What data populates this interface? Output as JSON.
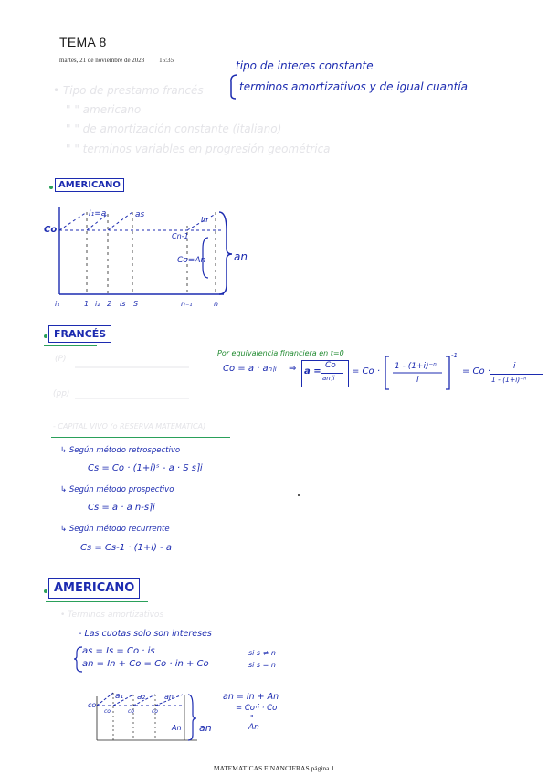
{
  "header": {
    "title": "TEMA 8",
    "date": "martes, 21 de noviembre de 2023",
    "time": "15:35"
  },
  "intro": {
    "hand_line1": "tipo de interes constante",
    "hand_line2": "terminos amortizativos y de igual cuantía",
    "faded_lines": [
      "• Tipo de prestamo francés",
      "\"        \"        americano",
      "\"        \"        de amortización constante (italiano)",
      "\"        \"        terminos variables en progresión geométrica"
    ]
  },
  "americano1": {
    "heading": "AMERICANO",
    "labels": {
      "co": "Co",
      "interest": "I₁=a",
      "as": "as",
      "in": "In",
      "cn1": "Cn-1",
      "co_an": "Co=An",
      "an": "an",
      "axis": [
        "i₁",
        "1",
        "i₂",
        "2",
        "is",
        "S",
        "n₋₁",
        "n"
      ]
    }
  },
  "frances": {
    "heading": "FRANCÉS",
    "equiv_note": "Por equivalencia financiera en t=0",
    "formula_left": "Co = a · a",
    "formula_left_sub": "n⌉i",
    "formula_box_a": "a =",
    "formula_box_num": "Co",
    "formula_box_den": "an⌉i",
    "formula_mid": "= Co ·",
    "formula_bracket_num": "1 - (1+i)⁻ⁿ",
    "formula_bracket_den": "i",
    "formula_power": "-1",
    "formula_right": "= Co ·",
    "formula_right_num": "i",
    "formula_right_den": "1 - (1+i)⁻ⁿ",
    "faded_p": [
      "(P)",
      "(pp)"
    ],
    "faded_capital": "- CAPITAL VIVO (o RESERVA MATEMATICA)",
    "methods": [
      {
        "label": "↳ Según método retrospectivo",
        "formula": "Cs = Co · (1+i)ˢ - a · S s⌉i"
      },
      {
        "label": "↳ Según método prospectivo",
        "formula": "Cs = a · a n-s⌉i"
      },
      {
        "label": "↳ Según método recurrente",
        "formula": "Cs = Cs-1 · (1+i) - a"
      }
    ]
  },
  "americano2": {
    "heading": "AMERICANO",
    "faded": "• Terminos amortizativos",
    "note": "- Las cuotas solo son intereses",
    "eq1": "as = Is = Co · is",
    "eq1_cond": "si s ≠ n",
    "eq2": "an = In + Co = Co · in + Co",
    "eq2_cond": "si s = n",
    "diagram": {
      "co": "co",
      "a1": "a₁",
      "a2": "a₂",
      "an": "an",
      "An": "An",
      "an_right": "an",
      "co_marks": [
        "co",
        "co",
        "co"
      ]
    },
    "side1": "an = In + An",
    "side2": "= Co·i · Co",
    "side3": "\"",
    "side4": "An"
  },
  "footer": "MATEMATICAS FINANCIERAS página 1"
}
